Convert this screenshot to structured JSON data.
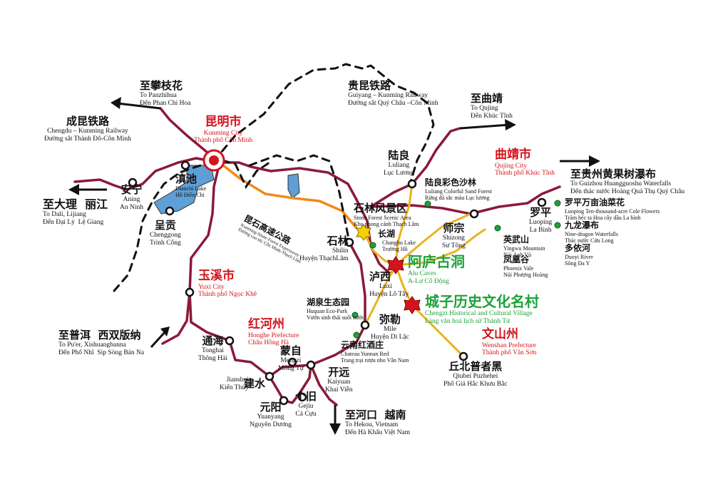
{
  "colors": {
    "railway_dashed": "#111111",
    "road": "#8b1a3a",
    "expressway": "#f08a1c",
    "scenic_route": "#e8b320",
    "lake": "#5d9fd6",
    "city_red": "#d4141c",
    "scenic_green": "#1fa13a",
    "scenic_dot": "#1fa13a",
    "highlight_marker": "#d4141c"
  },
  "cities": {
    "kunming": {
      "zh": "昆明市",
      "en": "Kunming City",
      "vi": "Thành phố Côn Minh"
    },
    "qujing": {
      "zh": "曲靖市",
      "en": "Qujing City",
      "vi": "Thành phố Khúc Tĩnh"
    },
    "yuxi": {
      "zh": "玉溪市",
      "en": "Yuxi City",
      "vi": "Thành phố Ngọc Khê"
    },
    "honghe": {
      "zh": "红河州",
      "en": "Honghe Prefecture",
      "vi": "Châu Hồng Hà"
    },
    "wenshan": {
      "zh": "文山州",
      "en": "Wenshan Prefecture",
      "vi": "Thành phố Văn Sơn"
    }
  },
  "highlights": {
    "alu": {
      "zh": "阿庐古洞",
      "en": "Alu Caves",
      "vi": "A-Lư Cổ Động"
    },
    "chengzi": {
      "zh": "城子历史文化名村",
      "en": "Chengzi Historical and Cultural Village",
      "vi": "Làng văn hoá lịch sử Thành Tử"
    }
  },
  "towns": {
    "dianchi": {
      "zh": "滇池",
      "en": "Dianchi Lake",
      "vi": "Hồ Điền Chi"
    },
    "anning": {
      "zh": "安宁",
      "en": "Aning",
      "vi": "An Ninh"
    },
    "chenggong": {
      "zh": "呈贡",
      "en": "Chenggong",
      "vi": "Trình Cống"
    },
    "luliang": {
      "zh": "陆良",
      "en": "Luliang",
      "vi": "Lục Lương"
    },
    "shilin": {
      "zh": "石林",
      "en": "Shilin",
      "vi": "Huyện ThạchLâm"
    },
    "luxi": {
      "zh": "泸西",
      "en": "Luxi",
      "vi": "Huyện Lô Tây"
    },
    "mile": {
      "zh": "弥勒",
      "en": "Mile",
      "vi": "Huyện Di Lặc"
    },
    "shizong": {
      "zh": "师宗",
      "en": "Shizong",
      "vi": "Sư Tông"
    },
    "luoping": {
      "zh": "罗平",
      "en": "Luoping",
      "vi": "La Bình"
    },
    "tonghai": {
      "zh": "通海",
      "en": "Tonghai",
      "vi": "Thông Hải"
    },
    "jianshui": {
      "zh": "建水",
      "en": "Jianshui",
      "vi": "Kiến Thủy"
    },
    "mengzi": {
      "zh": "蒙自",
      "en": "Mengzi",
      "vi": "Mông Tự"
    },
    "kaiyuan": {
      "zh": "开远",
      "en": "Kaiyuan",
      "vi": "Khai Viễn"
    },
    "yuanyang": {
      "zh": "元阳",
      "en": "Yuanyang",
      "vi": "Nguyên Dương"
    },
    "gejiu": {
      "zh": "个旧",
      "en": "Gejiu",
      "vi": "Cá Cựu"
    },
    "qiubei": {
      "zh": "丘北普者黑",
      "en": "Qiubei Puzhehei",
      "vi": "Phổ Giả Hắc Khưu Bắc"
    }
  },
  "scenic": {
    "stone_forest": {
      "zh": "石林风景区",
      "en": "Stone Forest Scenic Area",
      "vi": "Khu phong cảnh Thạch Lâm"
    },
    "changhu": {
      "zh": "长湖",
      "en": "Changhu Lake",
      "vi": "Trường Hồ"
    },
    "luliang_sand": {
      "zh": "陆良彩色沙林",
      "en": "Luliang Colorful Sand Forest",
      "vi": "Rừng đá sắc màu Lục lương"
    },
    "huquan": {
      "zh": "湖泉生态园",
      "en": "Huquan Eco-Park",
      "vi": "Vườn sinh thái suối nước"
    },
    "winery": {
      "zh": "云南红酒庄",
      "en": "Chateau Yunnan Red",
      "vi": "Trang trại rượu nho Vân Nam"
    },
    "yingwu": {
      "zh": "英武山",
      "en": "Yingwu Mountain",
      "vi": "Núi Anh Vũ"
    },
    "phoenix": {
      "zh": "凤凰谷",
      "en": "Phoenix Vale",
      "vi": "Núi Phượng Hoàng"
    },
    "cole": {
      "zh": "罗平万亩油菜花",
      "en": "Luoping Ten-thousand-acre Cole Flowers",
      "vi": "Trăm héc ta Hoa cây dầu La bình"
    },
    "nine_dragon": {
      "zh": "九龙瀑布",
      "en": "Nine-dragon Waterfalls",
      "vi": "Thác nước Cửu Long"
    },
    "duoyi": {
      "zh": "多依河",
      "en": "Duoyi River",
      "vi": "Sông Đa Y"
    }
  },
  "routes": {
    "kunshi": {
      "zh": "昆石高速公路",
      "en": "Kunming-Stone Forest Expressway",
      "vi": "Đường cao tốc Côn Minh-Thạch Lâm"
    },
    "chengkun": {
      "zh": "成昆铁路",
      "en": "Chengdu – Kunming Railway",
      "vi": "Đường sắt Thành Đô-Côn Minh"
    },
    "guikun": {
      "zh": "贵昆铁路",
      "en": "Guiyang – Kunming Railway",
      "vi": "Đường sắt Quý Châu –Côn Minh"
    }
  },
  "directions": {
    "panzhihua": {
      "zh": "至攀枝花",
      "en": "To Panzhihua",
      "vi": "Đến Phan Chi Hoa"
    },
    "qujing": {
      "zh": "至曲靖",
      "en": "To Qujing",
      "vi": "Đến Khúc Tĩnh"
    },
    "guizhou": {
      "zh": "至贵州黄果树瀑布",
      "en": "To Guizhou Huangguoshu Waterfalls",
      "vi": "Đến thác nước Hoàng Quả Thụ Quý Châu"
    },
    "dali": {
      "zh": "至大理  丽江",
      "en": "To Dali, Lijiang",
      "vi": "Đến Đại Lý  Lệ Giang"
    },
    "puer": {
      "zh": "至普洱  西双版纳",
      "en": "To Pu'er, Xishuangbanna",
      "vi": "Đến Phổ Nhĩ  Sip Sòng Bản Na"
    },
    "hekou": {
      "zh": "至河口  越南",
      "en": "To Hekou, Vietnam",
      "vi": "Đến Hà Khẩu Việt Nam"
    }
  }
}
